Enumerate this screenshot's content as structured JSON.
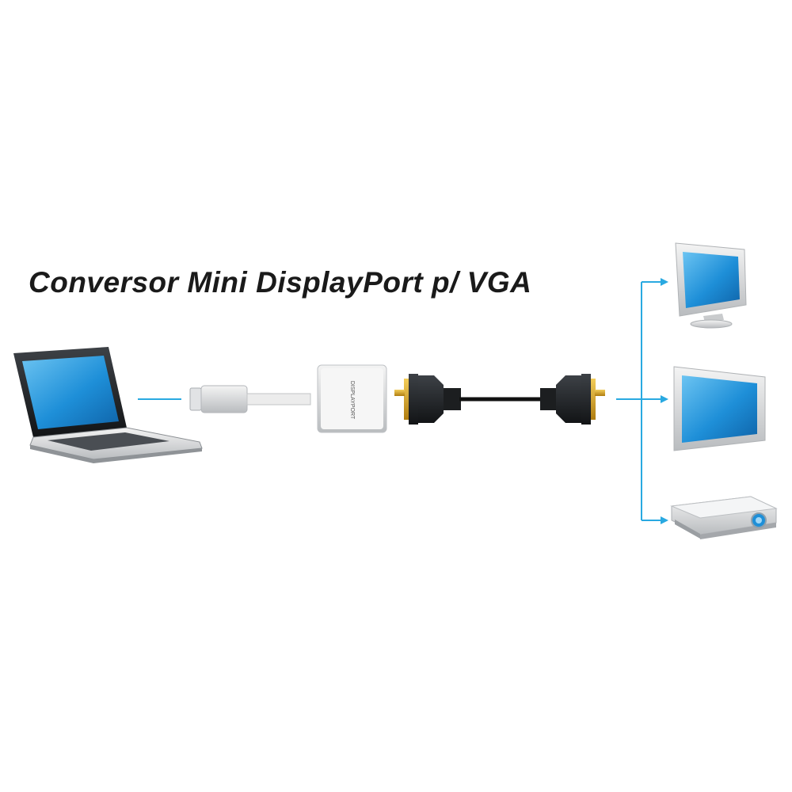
{
  "title": "Conversor Mini DisplayPort p/ VGA",
  "adapter_label": "DISPLAYPORT",
  "colors": {
    "connector_line": "#29a9e1",
    "screen_blue": "#1e8fd8",
    "cable_black": "#111111",
    "gold_pins": "#d9a520"
  },
  "devices": {
    "source": "laptop-icon",
    "adapter": "mini-displayport-to-vga-adapter",
    "cable": "vga-cable",
    "outputs": [
      "crt-monitor-icon",
      "lcd-monitor-icon",
      "projector-icon"
    ]
  }
}
